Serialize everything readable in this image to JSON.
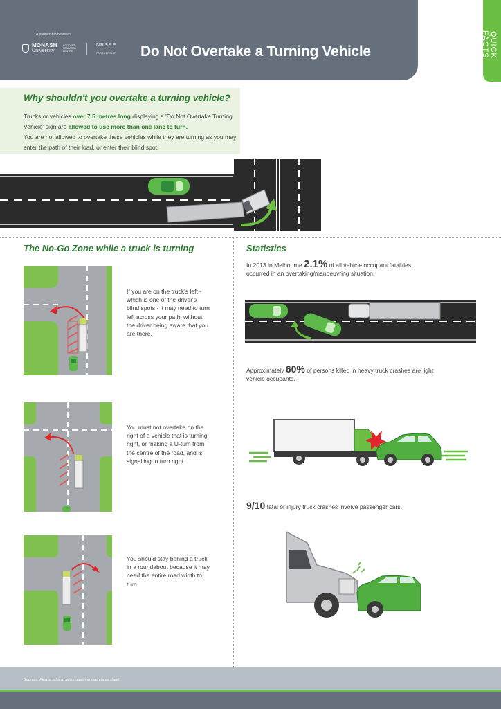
{
  "header": {
    "partnership": "A partnership between:",
    "monash_line1": "MONASH",
    "monash_line2": "University",
    "monash_sub": "ACCIDENT RESEARCH CENTRE",
    "nrspp_name": "NRSPP",
    "nrspp_sub": "PARTNERSHIP",
    "title": "Do Not Overtake a Turning Vehicle",
    "tab": "QUICK FACTS"
  },
  "why": {
    "heading": "Why shouldn't you overtake a turning vehicle?",
    "p1_a": "Trucks or vehicles ",
    "p1_b": "over 7.5 metres long",
    "p1_c": " displaying a 'Do Not Overtake Turning Vehicle' sign are ",
    "p1_d": "allowed to use more than one lane to turn.",
    "p2": "You are not allowed to overtake these vehicles while they are turning as you may enter the path of their load, or enter their blind spot."
  },
  "nogo": {
    "heading": "The No-Go Zone while a truck is turning",
    "panels": [
      "If you are on the truck's left - which is one of the driver's blind spots - it may need to turn left across your path, without the driver being aware that you are there.",
      "You must not overtake on the right of a vehicle that is turning right, or making a U-turn from the centre of the road, and is signalling to turn right.",
      "You should stay behind a truck in a roundabout because it may need the entire road width to turn."
    ]
  },
  "stats": {
    "heading": "Statistics",
    "s1_a": "In 2013 in Melbourne ",
    "s1_big": "2.1%",
    "s1_b": " of all vehicle occupant fatalities occurred in an overtaking/manoeuvring situation.",
    "s2_a": "Approximately ",
    "s2_big": "60%",
    "s2_b": " of persons killed in heavy  truck crashes are light vehicle occupants.",
    "s3_big": "9/10",
    "s3_b": " fatal or injury truck crashes involve passenger cars."
  },
  "footer": {
    "sources": "Sources: Please refer to accompanying references sheet"
  },
  "colors": {
    "slate": "#66707d",
    "green": "#6bbf45",
    "dark_green": "#2d7d32",
    "road": "#2b2b2b",
    "footer_grey": "#b8bec6"
  }
}
